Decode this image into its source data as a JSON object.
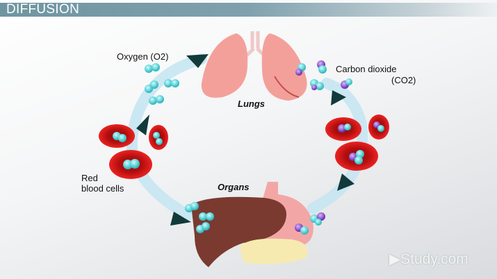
{
  "title": "DIFFUSION",
  "labels": {
    "oxygen": "Oxygen (O2)",
    "carbon_dioxide": "Carbon dioxide",
    "co2": "(CO2)",
    "lungs": "Lungs",
    "organs": "Organs",
    "red_blood_cells_1": "Red",
    "red_blood_cells_2": "blood cells"
  },
  "logo": "Study.com",
  "colors": {
    "oxygen": "#4fd0d0",
    "carbon_dioxide": "#8a4fc8",
    "blood_cell": "#d01818",
    "flow": "#bfe3f0"
  }
}
